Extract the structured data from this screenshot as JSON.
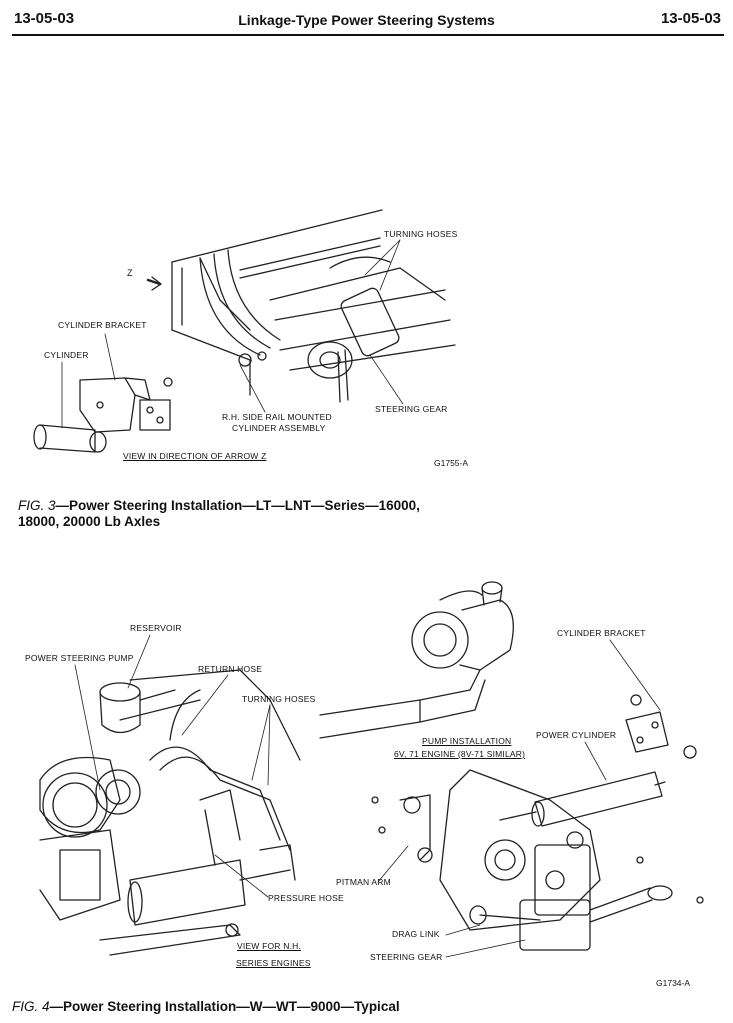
{
  "header": {
    "page_left": "13-05-03",
    "title": "Linkage-Type Power Steering Systems",
    "page_right": "13-05-03"
  },
  "figure3": {
    "labels": {
      "turning_hoses": "TURNING HOSES",
      "arrow_z": "Z",
      "cylinder_bracket": "CYLINDER BRACKET",
      "cylinder": "CYLINDER",
      "rh_side_rail_1": "R.H. SIDE RAIL MOUNTED",
      "rh_side_rail_2": "CYLINDER ASSEMBLY",
      "steering_gear": "STEERING GEAR",
      "view_note": "VIEW IN DIRECTION OF ARROW Z",
      "code": "G1755-A"
    },
    "caption": {
      "prefix": "FIG. 3",
      "line1": "—Power Steering Installation—LT—LNT—Series—16000,",
      "line2": "18000, 20000 Lb Axles"
    }
  },
  "figure4": {
    "labels": {
      "reservoir": "RESERVOIR",
      "power_steering_pump": "POWER STEERING PUMP",
      "return_hose": "RETURN HOSE",
      "turning_hoses": "TURNING HOSES",
      "pump_installation": "PUMP INSTALLATION",
      "engine_note": "6V, 71 ENGINE (8V-71 SIMILAR)",
      "cylinder_bracket": "CYLINDER BRACKET",
      "power_cylinder": "POWER CYLINDER",
      "pressure_hose": "PRESSURE HOSE",
      "pitman_arm": "PITMAN ARM",
      "view_for_1": "VIEW FOR N.H.",
      "view_for_2": "SERIES ENGINES",
      "drag_link": "DRAG LINK",
      "steering_gear": "STEERING GEAR",
      "code": "G1734-A"
    },
    "caption": {
      "prefix": "FIG. 4",
      "text": "—Power Steering Installation—W—WT—9000—Typical"
    }
  }
}
